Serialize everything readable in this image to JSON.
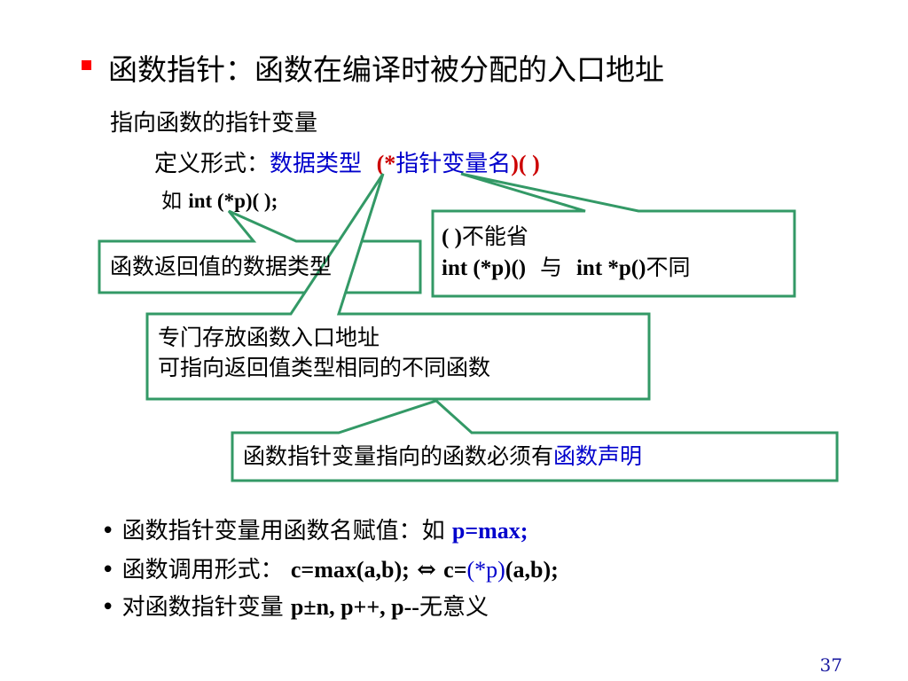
{
  "title": "函数指针：函数在编译时被分配的入口地址",
  "line1": "指向函数的指针变量",
  "line2": {
    "prefix": "定义形式：",
    "type_label": "数据类型",
    "paren_open": "(*",
    "ptr_name": "指针变量名",
    "paren_close": ")( )"
  },
  "line3": {
    "prefix": "如",
    "code": "int   (*p)( );"
  },
  "callouts": {
    "return_type": "函数返回值的数据类型",
    "paren": {
      "line1_code": "( )",
      "line1_text": "不能省",
      "line2_code_a": "int (*p)()",
      "line2_mid": "与",
      "line2_code_b": "int  *p()",
      "line2_end": "不同"
    },
    "entry": {
      "line1": "专门存放函数入口地址",
      "line2": "可指向返回值类型相同的不同函数"
    },
    "declare": {
      "text": "函数指针变量指向的函数必须有",
      "highlight": "函数声明"
    }
  },
  "bullets": [
    {
      "mark": "•",
      "text": "函数指针变量用函数名赋值：如 ",
      "code": "p=max;"
    },
    {
      "mark": "•",
      "text": "函数调用形式： ",
      "code_a": "c=max(a,b);",
      "equiv": "⇔",
      "code_b": "c=",
      "code_c": "(*p)",
      "code_d": "(a,b);"
    },
    {
      "mark": "•",
      "text": "对函数指针变量 ",
      "code": "p±n, p++, p--",
      "end": "无意义"
    }
  ],
  "page_number": "37",
  "colors": {
    "bullet": "#ff0000",
    "border": "#339966",
    "highlight_blue": "#0000cc",
    "highlight_red": "#cc0000"
  }
}
